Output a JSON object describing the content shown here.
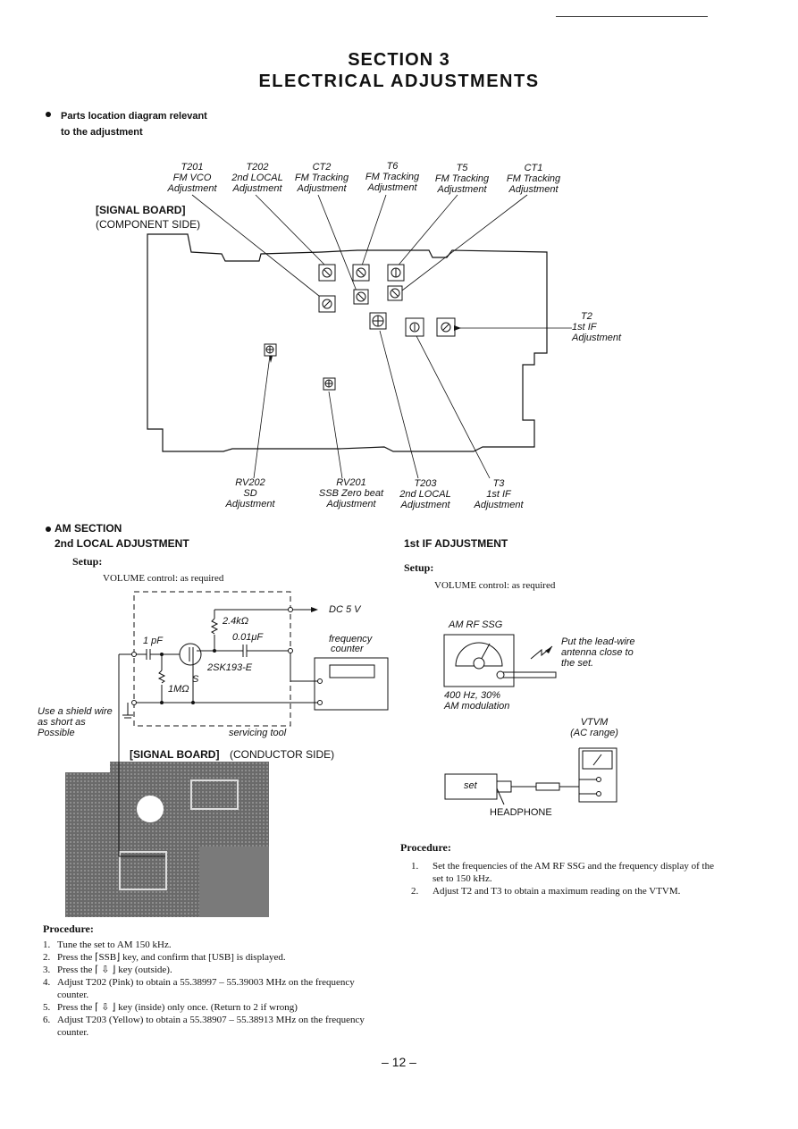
{
  "header": {
    "section": "SECTION 3",
    "title": "ELECTRICAL ADJUSTMENTS"
  },
  "parts": {
    "heading_line1": "Parts location diagram relevant",
    "heading_line2": "to the adjustment",
    "board_title": "[SIGNAL BOARD]",
    "board_subtitle": "(COMPONENT SIDE)",
    "top_labels": [
      {
        "name": "T201",
        "l1": "FM VCO",
        "l2": "Adjustment"
      },
      {
        "name": "T202",
        "l1": "2nd LOCAL",
        "l2": "Adjustment"
      },
      {
        "name": "CT2",
        "l1": "FM Tracking",
        "l2": "Adjustment"
      },
      {
        "name": "T6",
        "l1": "FM Tracking",
        "l2": "Adjustment"
      },
      {
        "name": "T5",
        "l1": "FM Tracking",
        "l2": "Adjustment"
      },
      {
        "name": "CT1",
        "l1": "FM Tracking",
        "l2": "Adjustment"
      }
    ],
    "right_label": {
      "name": "T2",
      "l1": "1st IF",
      "l2": "Adjustment"
    },
    "bottom_labels": [
      {
        "name": "RV202",
        "l1": "SD",
        "l2": "Adjustment"
      },
      {
        "name": "RV201",
        "l1": "SSB Zero beat",
        "l2": "Adjustment"
      },
      {
        "name": "T203",
        "l1": "2nd LOCAL",
        "l2": "Adjustment"
      },
      {
        "name": "T3",
        "l1": "1st IF",
        "l2": "Adjustment"
      }
    ]
  },
  "am": {
    "section": "AM SECTION",
    "heading": "2nd LOCAL ADJUSTMENT",
    "setup": "Setup:",
    "volume": "VOLUME control:  as required",
    "circuit": {
      "dc": "DC 5 V",
      "r1": "2.4kΩ",
      "c1": "0.01μF",
      "c2": "1 pF",
      "fet": "2SK193-E",
      "s": "S",
      "r2": "1MΩ",
      "counter1": "frequency",
      "counter2": "counter",
      "tool": "servicing tool",
      "shield1": "Use a shield wire",
      "shield2": "as short as",
      "shield3": "Possible"
    },
    "conductor_title": "[SIGNAL BOARD]",
    "conductor_subtitle": "(CONDUCTOR SIDE)",
    "procedure_label": "Procedure:",
    "steps": [
      {
        "n": "1.",
        "t": "Tune the set to AM 150 kHz."
      },
      {
        "n": "2.",
        "t": "Press the ⌈SSB⌋ key, and confirm that [USB] is displayed."
      },
      {
        "n": "3.",
        "t": "Press the ⌈ ⇩ ⌋ key (outside)."
      },
      {
        "n": "4.",
        "t": "Adjust T202 (Pink) to obtain a 55.38997 – 55.39003 MHz on the frequency counter."
      },
      {
        "n": "5.",
        "t": "Press the ⌈ ⇩ ⌋ key (inside) only once. (Return to 2 if wrong)"
      },
      {
        "n": "6.",
        "t": "Adjust T203 (Yellow) to obtain a 55.38907 – 55.38913 MHz on the frequency counter."
      }
    ]
  },
  "if1": {
    "heading": "1st  IF  ADJUSTMENT",
    "setup": "Setup:",
    "volume": "VOLUME control:  as required",
    "ssg": "AM  RF  SSG",
    "mod1": "400 Hz, 30%",
    "mod2": "AM modulation",
    "note1": "Put the lead-wire",
    "note2": "antenna close to",
    "note3": "the set.",
    "vtvm1": "VTVM",
    "vtvm2": "(AC range)",
    "set": "set",
    "headphone": "HEADPHONE",
    "procedure_label": "Procedure:",
    "steps": [
      {
        "n": "1.",
        "t": "Set the frequencies of the AM RF SSG and the frequency display of the set to 150 kHz."
      },
      {
        "n": "2.",
        "t": "Adjust T2 and T3 to obtain a maximum reading on the VTVM."
      }
    ]
  },
  "footer": {
    "page": "– 12 –"
  }
}
